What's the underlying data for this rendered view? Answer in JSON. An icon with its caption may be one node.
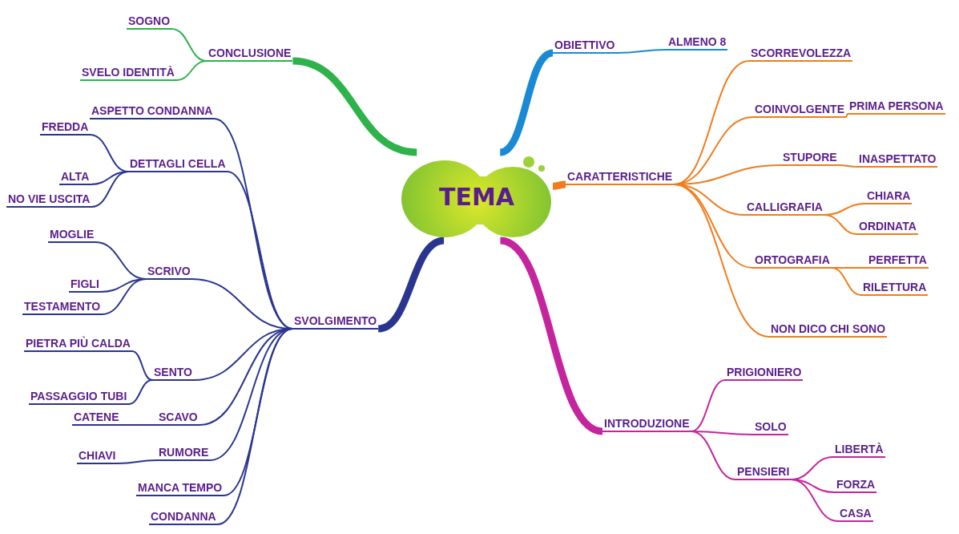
{
  "diagram": {
    "nodes": [
      {
        "text": [
          "TEMA"
        ]
      },
      {
        "text": [
          "CONCLUSIONE"
        ]
      },
      {
        "text": [
          "SOGNO"
        ]
      },
      {
        "text": [
          "SVELO IDENTITÀ"
        ]
      },
      {
        "text": [
          "OBIETTIVO"
        ]
      },
      {
        "text": [
          "ALMENO 8"
        ]
      },
      {
        "text": [
          "CARATTERISTICHE"
        ]
      },
      {
        "text": [
          "SCORREVOLEZZA"
        ]
      },
      {
        "text": [
          "COINVOLGENTE"
        ]
      },
      {
        "text": [
          "PRIMA PERSONA"
        ]
      },
      {
        "text": [
          "STUPORE"
        ]
      },
      {
        "text": [
          "INASPETTATO"
        ]
      },
      {
        "text": [
          "CALLIGRAFIA"
        ]
      },
      {
        "text": [
          "CHIARA"
        ]
      },
      {
        "text": [
          "ORDINATA"
        ]
      },
      {
        "text": [
          "ORTOGRAFIA"
        ]
      },
      {
        "text": [
          "PERFETTA"
        ]
      },
      {
        "text": [
          "RILETTURA"
        ]
      },
      {
        "text": [
          "NON DICO CHI SONO"
        ]
      },
      {
        "text": [
          "INTRODUZIONE"
        ]
      },
      {
        "text": [
          "PRIGIONIERO"
        ]
      },
      {
        "text": [
          "SOLO"
        ]
      },
      {
        "text": [
          "PENSIERI"
        ]
      },
      {
        "text": [
          "LIBERTÀ"
        ]
      },
      {
        "text": [
          "FORZA"
        ]
      },
      {
        "text": [
          "CASA"
        ]
      },
      {
        "text": [
          "SVOLGIMENTO"
        ]
      },
      {
        "text": [
          "ASPETTO CONDANNA"
        ]
      },
      {
        "text": [
          "DETTAGLI CELLA"
        ]
      },
      {
        "text": [
          "FREDDA"
        ]
      },
      {
        "text": [
          "ALTA"
        ]
      },
      {
        "text": [
          "NO VIE USCITA"
        ]
      },
      {
        "text": [
          "SCRIVO"
        ]
      },
      {
        "text": [
          "MOGLIE"
        ]
      },
      {
        "text": [
          "FIGLI"
        ]
      },
      {
        "text": [
          "TESTAMENTO"
        ]
      },
      {
        "text": [
          "SENTO"
        ]
      },
      {
        "text": [
          "PIETRA PIÙ CALDA"
        ]
      },
      {
        "text": [
          "PASSAGGIO TUBI"
        ]
      },
      {
        "text": [
          "SCAVO"
        ]
      },
      {
        "text": [
          "CATENE"
        ]
      },
      {
        "text": [
          "RUMORE"
        ]
      },
      {
        "text": [
          "CHIAVI"
        ]
      },
      {
        "text": [
          "MANCA TEMPO"
        ]
      },
      {
        "text": [
          "CONDANNA"
        ]
      }
    ],
    "edges": [
      {
        "from": 0,
        "to": 1,
        "arrow": "none",
        "style": "thick",
        "color": "#2db34a"
      },
      {
        "from": 1,
        "to": 2,
        "arrow": "none",
        "color": "#2db34a"
      },
      {
        "from": 1,
        "to": 3,
        "arrow": "none",
        "color": "#2db34a"
      },
      {
        "from": 0,
        "to": 4,
        "arrow": "none",
        "style": "thick",
        "color": "#1a8ad4"
      },
      {
        "from": 4,
        "to": 5,
        "arrow": "none",
        "color": "#1a8ad4"
      },
      {
        "from": 0,
        "to": 6,
        "arrow": "none",
        "style": "thick",
        "color": "#f07c1e"
      },
      {
        "from": 6,
        "to": 7,
        "arrow": "none",
        "color": "#f07c1e"
      },
      {
        "from": 6,
        "to": 8,
        "arrow": "none",
        "color": "#f07c1e"
      },
      {
        "from": 8,
        "to": 9,
        "arrow": "none",
        "color": "#f07c1e"
      },
      {
        "from": 6,
        "to": 10,
        "arrow": "none",
        "color": "#f07c1e"
      },
      {
        "from": 10,
        "to": 11,
        "arrow": "none",
        "color": "#f07c1e"
      },
      {
        "from": 6,
        "to": 12,
        "arrow": "none",
        "color": "#f07c1e"
      },
      {
        "from": 12,
        "to": 13,
        "arrow": "none",
        "color": "#f07c1e"
      },
      {
        "from": 12,
        "to": 14,
        "arrow": "none",
        "color": "#f07c1e"
      },
      {
        "from": 6,
        "to": 15,
        "arrow": "none",
        "color": "#f07c1e"
      },
      {
        "from": 15,
        "to": 16,
        "arrow": "none",
        "color": "#f07c1e"
      },
      {
        "from": 15,
        "to": 17,
        "arrow": "none",
        "color": "#f07c1e"
      },
      {
        "from": 6,
        "to": 18,
        "arrow": "none",
        "color": "#f07c1e"
      },
      {
        "from": 0,
        "to": 19,
        "arrow": "none",
        "style": "thick",
        "color": "#c4249e"
      },
      {
        "from": 19,
        "to": 20,
        "arrow": "none",
        "color": "#c4249e"
      },
      {
        "from": 19,
        "to": 21,
        "arrow": "none",
        "color": "#c4249e"
      },
      {
        "from": 19,
        "to": 22,
        "arrow": "none",
        "color": "#c4249e"
      },
      {
        "from": 22,
        "to": 23,
        "arrow": "none",
        "color": "#c4249e"
      },
      {
        "from": 22,
        "to": 24,
        "arrow": "none",
        "color": "#c4249e"
      },
      {
        "from": 22,
        "to": 25,
        "arrow": "none",
        "color": "#c4249e"
      },
      {
        "from": 0,
        "to": 26,
        "arrow": "none",
        "style": "thick"
      },
      {
        "from": 26,
        "to": 27,
        "arrow": "none"
      },
      {
        "from": 26,
        "to": 28,
        "arrow": "none"
      },
      {
        "from": 28,
        "to": 29,
        "arrow": "none"
      },
      {
        "from": 28,
        "to": 30,
        "arrow": "none"
      },
      {
        "from": 28,
        "to": 31,
        "arrow": "none"
      },
      {
        "from": 26,
        "to": 32,
        "arrow": "none"
      },
      {
        "from": 32,
        "to": 33,
        "arrow": "none"
      },
      {
        "from": 32,
        "to": 34,
        "arrow": "none"
      },
      {
        "from": 32,
        "to": 35,
        "arrow": "none"
      },
      {
        "from": 26,
        "to": 36,
        "arrow": "none"
      },
      {
        "from": 36,
        "to": 37,
        "arrow": "none"
      },
      {
        "from": 36,
        "to": 38,
        "arrow": "none"
      },
      {
        "from": 26,
        "to": 39,
        "arrow": "none"
      },
      {
        "from": 39,
        "to": 40,
        "arrow": "none"
      },
      {
        "from": 26,
        "to": 41,
        "arrow": "none"
      },
      {
        "from": 41,
        "to": 42,
        "arrow": "none"
      },
      {
        "from": 26,
        "to": 43,
        "arrow": "none"
      },
      {
        "from": 26,
        "to": 44,
        "arrow": "none"
      }
    ]
  }
}
